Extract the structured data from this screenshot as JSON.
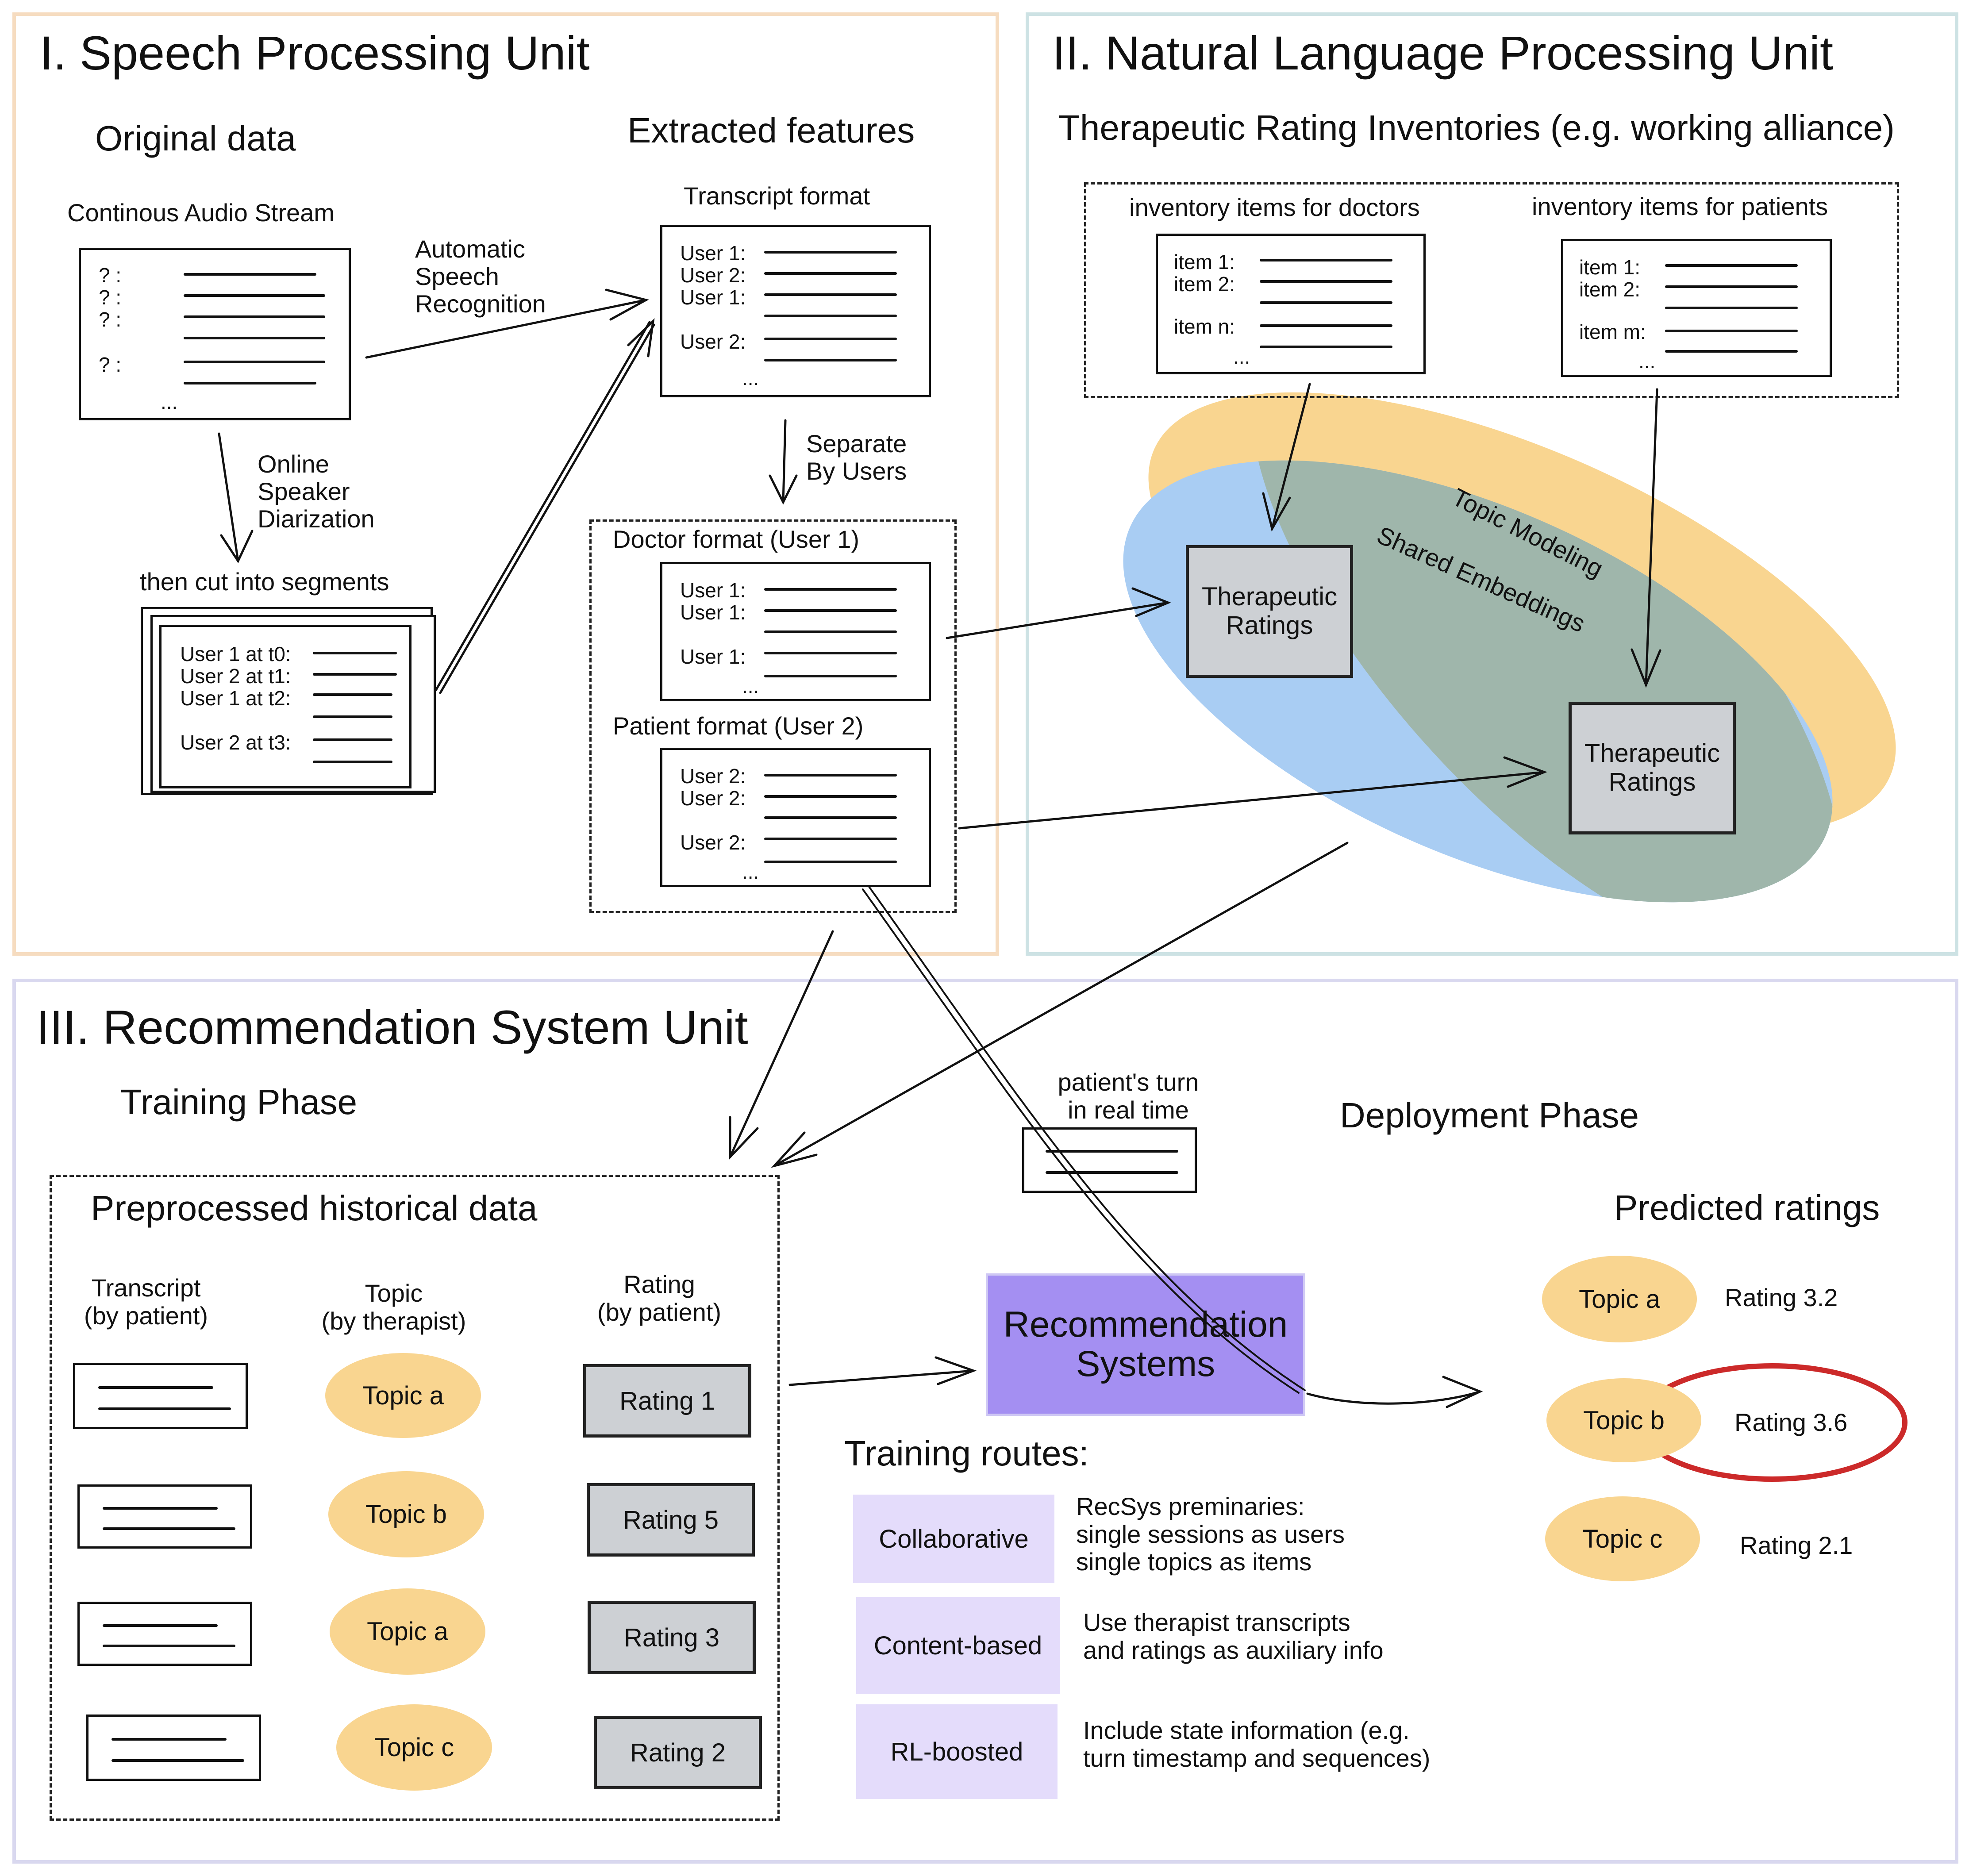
{
  "colors": {
    "speech_border": "#f6dcc0",
    "nlp_border": "#cde2e4",
    "rec_border": "#d9d8ef",
    "topic_fill": "#f9d590",
    "embed_fill": "#a9cdf3",
    "overlap_fill": "#9fb6ab",
    "recsys_fill": "#a48ff2",
    "highlight": "#cc2a2a",
    "rating_fill": "#cdd0d4",
    "route_fill": "#e4dcfb"
  },
  "speech": {
    "title": "I. Speech Processing Unit",
    "original_data": "Original data",
    "extracted_features": "Extracted features",
    "audio_label": "Continous Audio Stream",
    "audio_rows": [
      "? :",
      "? :",
      "? :",
      "? :"
    ],
    "ellipsis": "...",
    "asr": [
      "Automatic",
      "Speech",
      "Recognition"
    ],
    "diarization": [
      "Online",
      "Speaker",
      "Diarization"
    ],
    "segments_label": "then cut into segments",
    "segment_rows": [
      "User 1 at t0:",
      "User 2 at t1:",
      "User 1 at t2:",
      "User 2 at t3:"
    ],
    "transcript_label": "Transcript format",
    "transcript_rows": [
      "User 1:",
      "User 2:",
      "User 1:",
      "User 2:"
    ],
    "separate": [
      "Separate",
      "By Users"
    ],
    "doctor_label": "Doctor format (User 1)",
    "doctor_rows": [
      "User 1:",
      "User 1:",
      "User 1:"
    ],
    "patient_label": "Patient format (User 2)",
    "patient_rows": [
      "User 2:",
      "User 2:",
      "User 2:"
    ]
  },
  "nlp": {
    "title": "II. Natural Language Processing Unit",
    "subtitle": "Therapeutic Rating Inventories (e.g. working alliance)",
    "doctors_label": "inventory items for doctors",
    "doctors_rows": [
      "item 1:",
      "item 2:",
      "item n:"
    ],
    "patients_label": "inventory items for patients",
    "patients_rows": [
      "item 1:",
      "item 2:",
      "item m:"
    ],
    "ellipsis": "...",
    "topic_modeling": "Topic Modeling",
    "shared_embeddings": "Shared Embeddings",
    "ratings_box": [
      "Therapeutic",
      "Ratings"
    ]
  },
  "rec": {
    "title": "III. Recommendation System Unit",
    "training_phase": "Training Phase",
    "deployment_phase": "Deployment Phase",
    "historical_title": "Preprocessed historical data",
    "col_transcript": [
      "Transcript",
      "(by patient)"
    ],
    "col_topic": [
      "Topic",
      "(by therapist)"
    ],
    "col_rating": [
      "Rating",
      "(by patient)"
    ],
    "rows": [
      {
        "topic": "Topic a",
        "rating": "Rating 1"
      },
      {
        "topic": "Topic b",
        "rating": "Rating 5"
      },
      {
        "topic": "Topic a",
        "rating": "Rating 3"
      },
      {
        "topic": "Topic c",
        "rating": "Rating 2"
      }
    ],
    "patient_turn": [
      "patient's turn",
      "in real time"
    ],
    "recsys": [
      "Recommendation",
      "Systems"
    ],
    "training_routes": "Training routes:",
    "routes": [
      {
        "name": "Collaborative",
        "desc": [
          "RecSys preminaries:",
          "single sessions as users",
          "single topics as items"
        ]
      },
      {
        "name": "Content-based",
        "desc": [
          "Use therapist transcripts",
          "and ratings as auxiliary info"
        ]
      },
      {
        "name": "RL-boosted",
        "desc": [
          "Include state information (e.g.",
          "turn timestamp and sequences)"
        ]
      }
    ],
    "predicted_title": "Predicted ratings",
    "predicted": [
      {
        "topic": "Topic a",
        "rating": "Rating 3.2",
        "highlighted": false
      },
      {
        "topic": "Topic b",
        "rating": "Rating 3.6",
        "highlighted": true
      },
      {
        "topic": "Topic c",
        "rating": "Rating 2.1",
        "highlighted": false
      }
    ]
  }
}
